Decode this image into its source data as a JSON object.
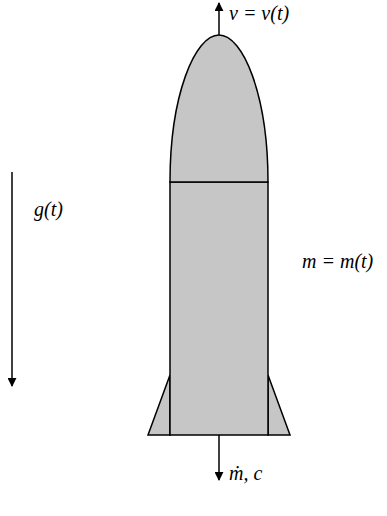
{
  "diagram": {
    "labels": [
      "v = v(t)",
      "g(t)",
      "m = m(t)",
      "ṁ, c"
    ]
  }
}
